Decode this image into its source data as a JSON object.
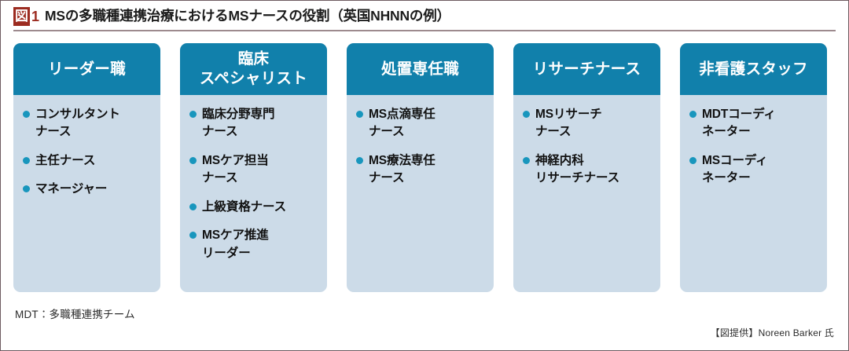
{
  "figure": {
    "badge": "図",
    "number": "1",
    "title": "MSの多職種連携治療におけるMSナースの役割（英国NHNNの例）",
    "accent_color": "#9c2b20",
    "header_color": "#1180ab",
    "panel_color": "#ccdbe8",
    "bullet_color": "#1896bd"
  },
  "columns": [
    {
      "header_lines": [
        "リーダー職"
      ],
      "items": [
        {
          "lines": [
            "コンサルタント",
            "ナース"
          ]
        },
        {
          "lines": [
            "主任ナース"
          ]
        },
        {
          "lines": [
            "マネージャー"
          ]
        }
      ]
    },
    {
      "header_lines": [
        "臨床",
        "スペシャリスト"
      ],
      "items": [
        {
          "lines": [
            "臨床分野専門",
            "ナース"
          ]
        },
        {
          "lines": [
            "MSケア担当",
            "ナース"
          ]
        },
        {
          "lines": [
            "上級資格ナース"
          ]
        },
        {
          "lines": [
            "MSケア推進",
            "リーダー"
          ]
        }
      ]
    },
    {
      "header_lines": [
        "処置専任職"
      ],
      "items": [
        {
          "lines": [
            "MS点滴専任",
            "ナース"
          ]
        },
        {
          "lines": [
            "MS療法専任",
            "ナース"
          ]
        }
      ]
    },
    {
      "header_lines": [
        "リサーチナース"
      ],
      "items": [
        {
          "lines": [
            "MSリサーチ",
            "ナース"
          ]
        },
        {
          "lines": [
            "神経内科",
            "リサーチナース"
          ]
        }
      ]
    },
    {
      "header_lines": [
        "非看護スタッフ"
      ],
      "items": [
        {
          "lines": [
            "MDTコーディ",
            "ネーター"
          ]
        },
        {
          "lines": [
            "MSコーディ",
            "ネーター"
          ]
        }
      ]
    }
  ],
  "footnotes": {
    "abbreviation": "MDT：多職種連携チーム",
    "credit": "【図提供】Noreen Barker 氏"
  }
}
